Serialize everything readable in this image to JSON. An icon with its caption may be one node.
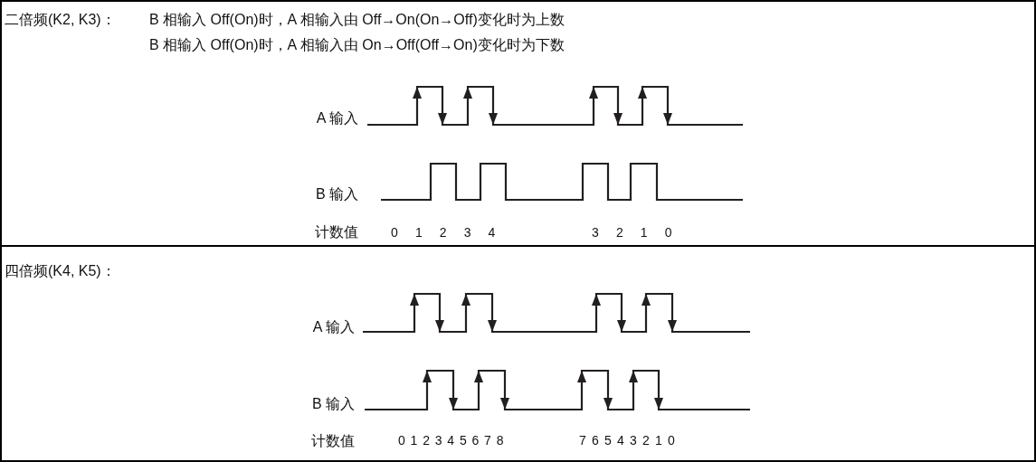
{
  "diagram": {
    "labels": [
      "二倍频(K2, K3)：",
      "B 相输入 Off(On)时，A 相输入由 Off→On(On→Off)变化时为上数",
      "B 相输入 Off(On)时，A 相输入由 On→Off(Off→On)变化时为下数",
      "A 输入",
      "B 输入",
      "计数值",
      "0 1 2 3 4",
      "3 2 1 0",
      "四倍频(K4, K5)：",
      "A 输入",
      "B 输入",
      "计数值",
      "012345678",
      "76543210"
    ]
  }
}
